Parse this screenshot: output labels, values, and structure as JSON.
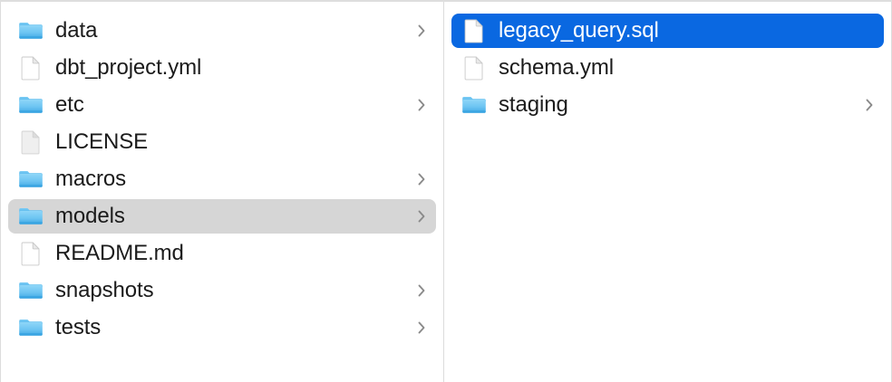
{
  "app": {
    "view": "column-view",
    "colors": {
      "selection_active": "#0a68e1",
      "selection_inactive": "#d6d6d6",
      "folder_blue": "#6fc3f2",
      "folder_blue_dark": "#2c9fe0",
      "divider": "#dcdcdc",
      "text": "#1b1b1b",
      "text_selected": "#ffffff",
      "chevron": "#8a8a8a"
    }
  },
  "columns": [
    {
      "name": "parent-column",
      "items": [
        {
          "label": "data",
          "kind": "folder",
          "icon": "folder-icon",
          "has_chevron": true,
          "selected": false,
          "selection_style": "none"
        },
        {
          "label": "dbt_project.yml",
          "kind": "file",
          "icon": "document-icon",
          "has_chevron": false,
          "selected": false,
          "selection_style": "none"
        },
        {
          "label": "etc",
          "kind": "folder",
          "icon": "folder-icon",
          "has_chevron": true,
          "selected": false,
          "selection_style": "none"
        },
        {
          "label": "LICENSE",
          "kind": "file-generic",
          "icon": "plain-document-icon",
          "has_chevron": false,
          "selected": false,
          "selection_style": "none"
        },
        {
          "label": "macros",
          "kind": "folder",
          "icon": "folder-icon",
          "has_chevron": true,
          "selected": false,
          "selection_style": "none"
        },
        {
          "label": "models",
          "kind": "folder",
          "icon": "folder-icon",
          "has_chevron": true,
          "selected": true,
          "selection_style": "gray"
        },
        {
          "label": "README.md",
          "kind": "file",
          "icon": "document-icon",
          "has_chevron": false,
          "selected": false,
          "selection_style": "none"
        },
        {
          "label": "snapshots",
          "kind": "folder",
          "icon": "folder-icon",
          "has_chevron": true,
          "selected": false,
          "selection_style": "none"
        },
        {
          "label": "tests",
          "kind": "folder",
          "icon": "folder-icon",
          "has_chevron": true,
          "selected": false,
          "selection_style": "none"
        }
      ]
    },
    {
      "name": "child-column",
      "items": [
        {
          "label": "legacy_query.sql",
          "kind": "file",
          "icon": "document-icon",
          "has_chevron": false,
          "selected": true,
          "selection_style": "blue"
        },
        {
          "label": "schema.yml",
          "kind": "file",
          "icon": "document-icon",
          "has_chevron": false,
          "selected": false,
          "selection_style": "none"
        },
        {
          "label": "staging",
          "kind": "folder",
          "icon": "folder-icon",
          "has_chevron": true,
          "selected": false,
          "selection_style": "none"
        }
      ]
    }
  ]
}
